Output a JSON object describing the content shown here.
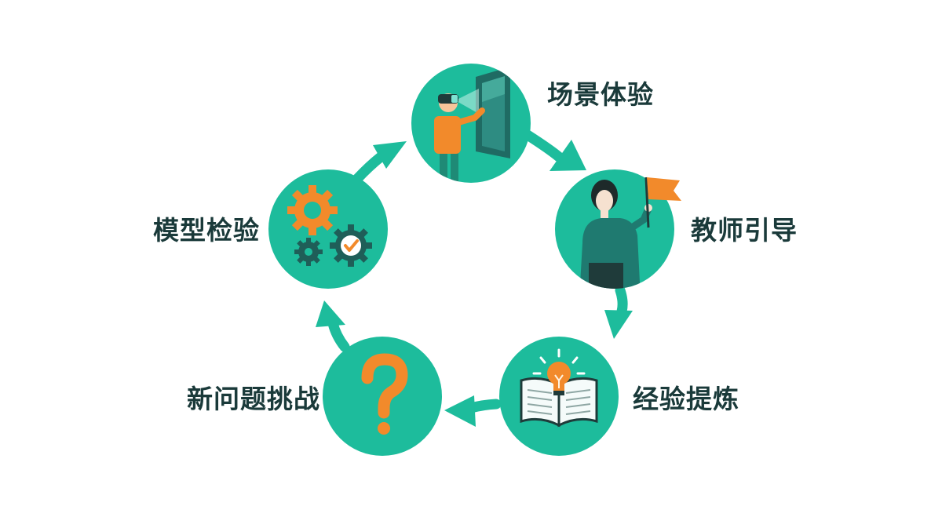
{
  "stages": [
    {
      "id": "scene",
      "label": "场景体验",
      "icon": "vr-headset-person-icon"
    },
    {
      "id": "teacher",
      "label": "教师引导",
      "icon": "teacher-with-flag-icon"
    },
    {
      "id": "summary",
      "label": "经验提炼",
      "icon": "book-lightbulb-icon"
    },
    {
      "id": "challenge",
      "label": "新问题挑战",
      "icon": "question-mark-icon"
    },
    {
      "id": "model",
      "label": "模型检验",
      "icon": "gears-check-icon"
    }
  ],
  "colors": {
    "teal": "#1dbc9c",
    "orange": "#f28a2b",
    "dark_teal": "#1f6b63",
    "text": "#1a3a3a"
  }
}
